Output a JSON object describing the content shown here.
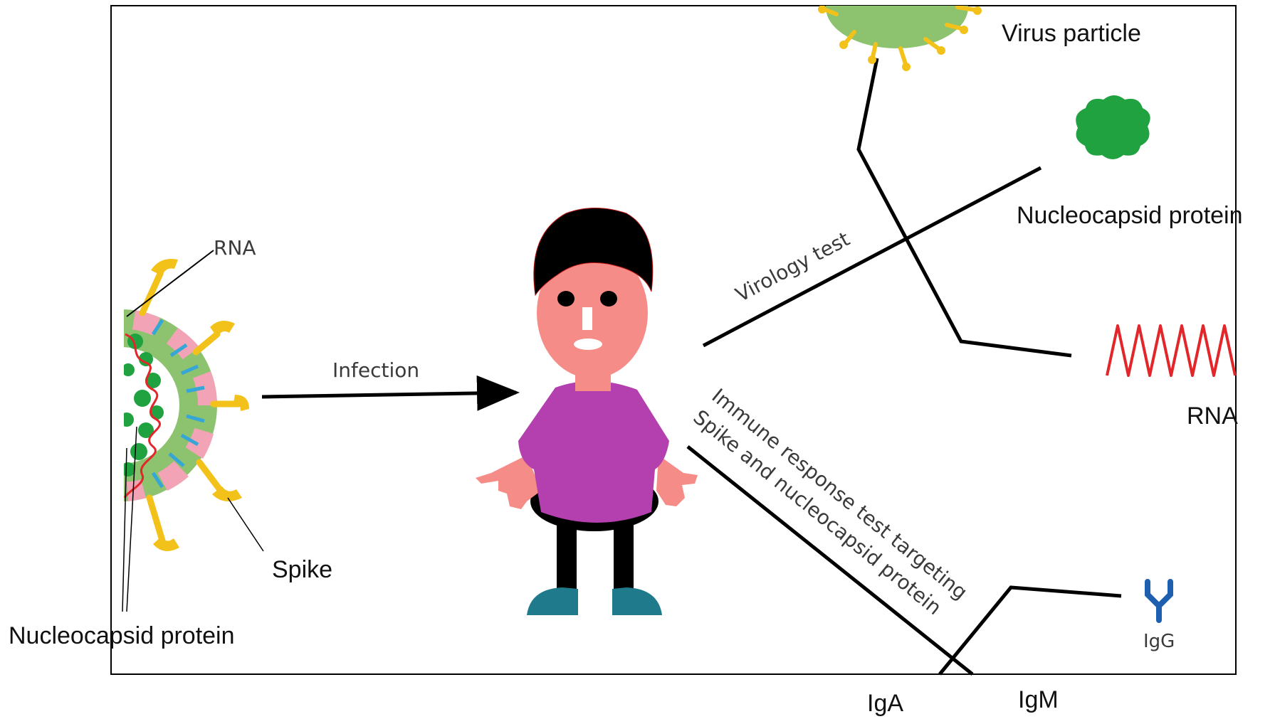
{
  "labels": {
    "rna_left": "RNA",
    "infection": "Infection",
    "spike": "Spike",
    "nucleocapsid_left": "Nucleocapsid protein",
    "virology_test": "Virology test",
    "virus_particle": "Virus particle",
    "nucleocapsid_right": "Nucleocapsid protein",
    "rna_right": "RNA",
    "immune_line1": "Immune response test targeting",
    "immune_line2": "Spike and nucleocapsid protein",
    "igg": "IgG",
    "iga": "IgA",
    "igm": "IgM"
  },
  "colors": {
    "virus_shell_green": "#8dc26f",
    "virus_pink": "#f2a3b5",
    "virus_blue": "#35a6d6",
    "spike_yellow": "#f2c21b",
    "nucleocapsid_green": "#1fa23f",
    "rna_red": "#e2262a",
    "skin": "#f58c87",
    "hair": "#000000",
    "shirt": "#b43fae",
    "pants": "#000000",
    "shoes": "#1f7a8c",
    "antibody_blue": "#1f5fb0"
  }
}
